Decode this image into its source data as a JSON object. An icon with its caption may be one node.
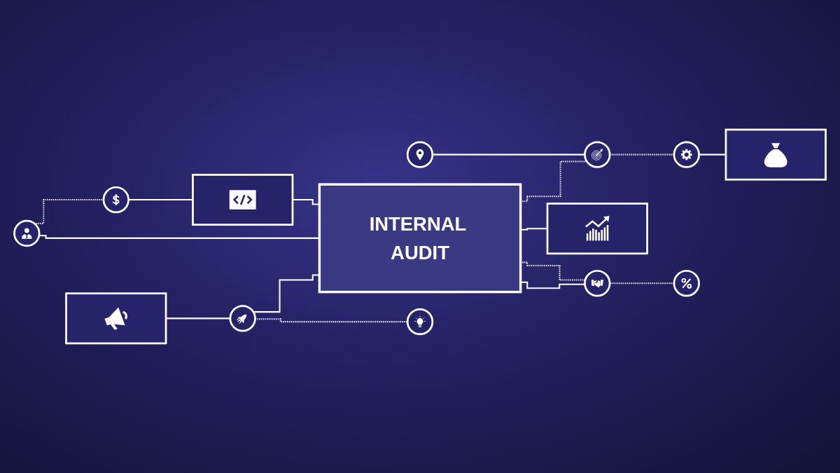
{
  "diagram": {
    "nodes": [
      {
        "text": [],
        "shape": "circle"
      },
      {
        "text": [],
        "shape": "circle"
      },
      {
        "text": [],
        "shape": "box"
      },
      {
        "text": [],
        "shape": "circle"
      },
      {
        "text": [],
        "shape": "circle"
      },
      {
        "text": [],
        "shape": "circle"
      },
      {
        "text": [],
        "shape": "box"
      },
      {
        "text": [
          "INTERNAL AUDIT"
        ]
      },
      {
        "text": [],
        "shape": "box"
      },
      {
        "text": [],
        "shape": "circle"
      },
      {
        "text": [],
        "shape": "circle"
      },
      {
        "text": [],
        "shape": "circle"
      },
      {
        "text": [],
        "shape": "box"
      },
      {
        "text": [],
        "shape": "circle"
      }
    ],
    "edges": [
      {
        "from": 0,
        "to": 1,
        "arrow": "none",
        "style": "dashed"
      },
      {
        "from": 1,
        "to": 2,
        "arrow": "none"
      },
      {
        "from": 2,
        "to": 7,
        "arrow": "none"
      },
      {
        "from": 3,
        "to": 4,
        "arrow": "none"
      },
      {
        "from": 0,
        "to": 7,
        "arrow": "none"
      },
      {
        "from": 7,
        "to": 4,
        "arrow": "none",
        "style": "dashed"
      },
      {
        "from": 4,
        "to": 5,
        "arrow": "none",
        "style": "dashed"
      },
      {
        "from": 6,
        "to": 9,
        "arrow": "none"
      },
      {
        "from": 5,
        "to": 8,
        "arrow": "none"
      },
      {
        "from": 9,
        "to": 7,
        "arrow": "none"
      },
      {
        "from": 7,
        "to": 12,
        "arrow": "none"
      },
      {
        "from": 7,
        "to": 13,
        "arrow": "none",
        "style": "dashed"
      },
      {
        "from": 7,
        "to": 13,
        "arrow": "none"
      },
      {
        "from": 13,
        "to": 10,
        "arrow": "none",
        "style": "dashed"
      },
      {
        "from": 9,
        "to": 11,
        "arrow": "none",
        "style": "dashed"
      }
    ]
  }
}
